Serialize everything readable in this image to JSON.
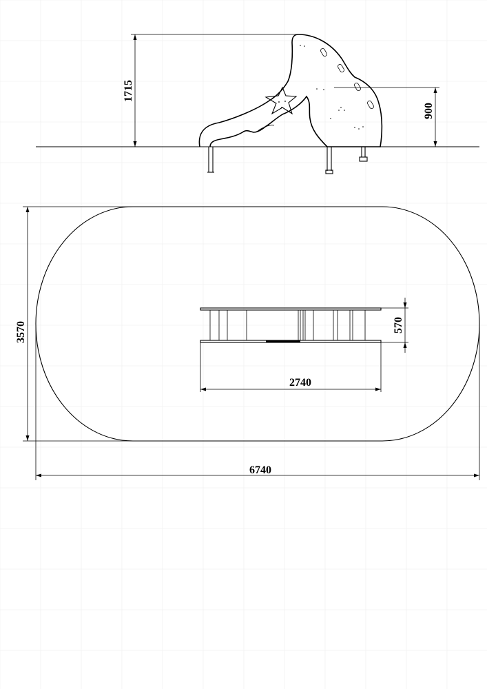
{
  "dimensions": {
    "height_total": "1715",
    "platform_height": "900",
    "zone_width": "3570",
    "zone_length": "6740",
    "slide_length": "2740",
    "slide_width": "570"
  },
  "colors": {
    "line": "#000000",
    "grid": "#ececec",
    "background": "#ffffff"
  }
}
